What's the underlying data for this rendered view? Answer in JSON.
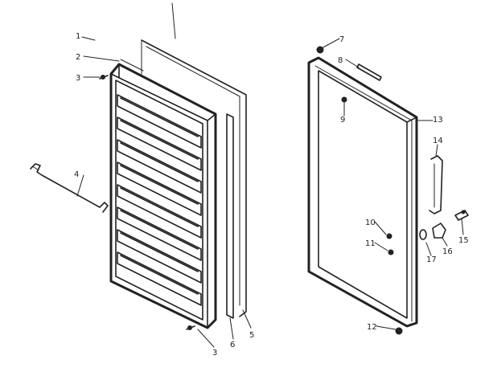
{
  "callouts": {
    "c1": "1",
    "c2": "2",
    "c3a": "3",
    "c3b": "3",
    "c4": "4",
    "c5": "5",
    "c6": "6",
    "c7": "7",
    "c8": "8",
    "c9": "9",
    "c10": "10",
    "c11": "11",
    "c12": "12",
    "c13": "13",
    "c14": "14",
    "c15": "15",
    "c16": "16",
    "c17": "17"
  }
}
